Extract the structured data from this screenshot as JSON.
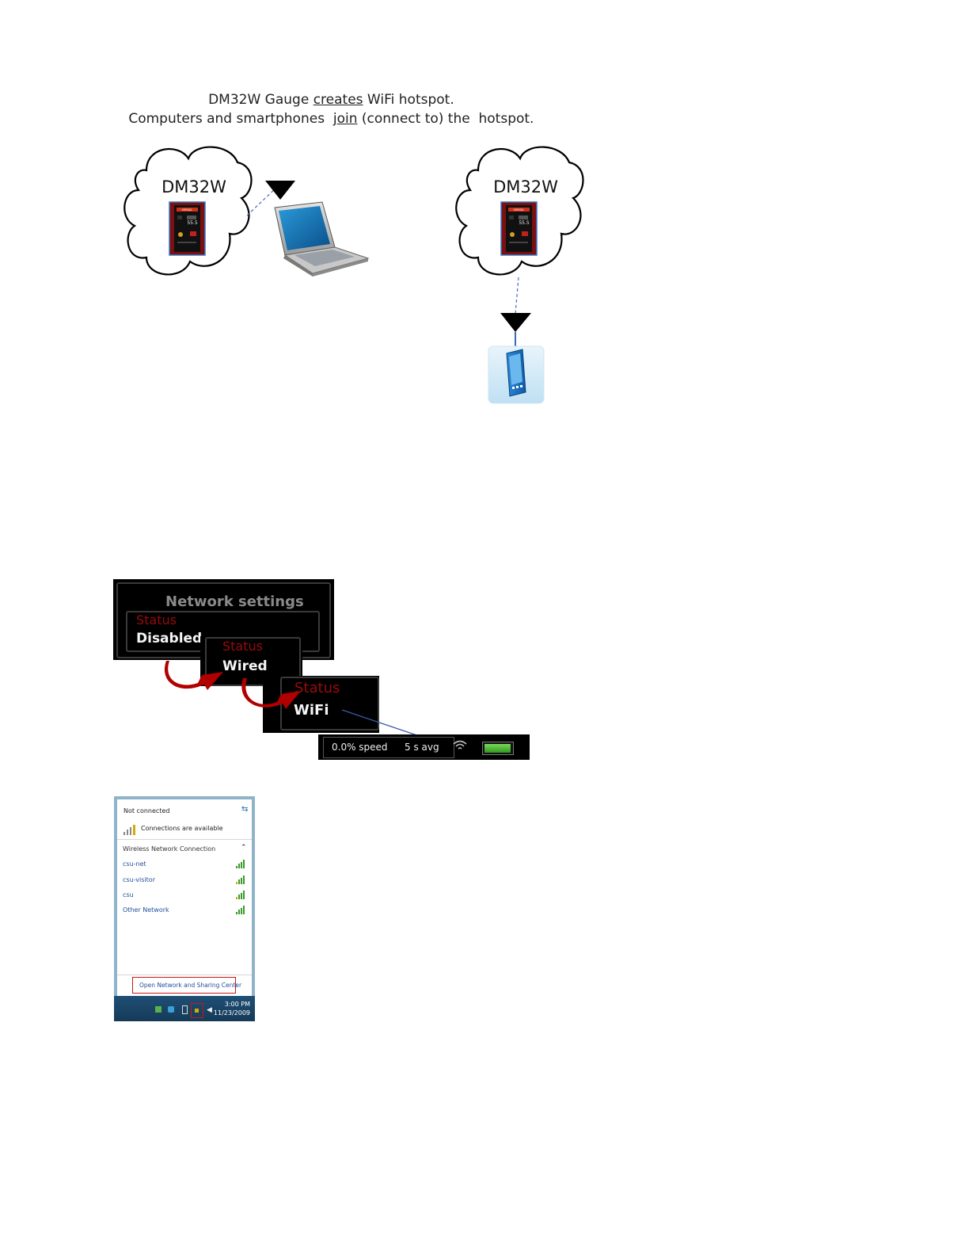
{
  "intro": {
    "line1_pre": "DM32W Gauge ",
    "line1_link": "creates",
    "line1_post": " WiFi hotspot.",
    "line2_pre": "Computers and smartphones  ",
    "line2_link": "join",
    "line2_post": " (connect to) the  hotspot."
  },
  "diagram": {
    "left_cloud_label": "DM32W",
    "right_cloud_label": "DM32W",
    "gauge_brand": "VERIDA",
    "gauge_value": "55.5"
  },
  "network_settings": {
    "title": "Network settings",
    "panel1": {
      "status_label": "Status",
      "status_value": "Disabled"
    },
    "panel2": {
      "status_label": "Status",
      "status_value": "Wired"
    },
    "panel3": {
      "status_label": "Status",
      "status_value": "WiFi"
    },
    "statusbar": {
      "speed": "0.0% speed",
      "avg": "5 s avg"
    },
    "colors": {
      "status_label": "#9a0a0a",
      "arrow": "#b00000",
      "battery": "#3fbf2f"
    }
  },
  "windows_popup": {
    "not_connected": "Not connected",
    "connections_available": "Connections are available",
    "section_header": "Wireless Network Connection",
    "networks": [
      "csu-net",
      "csu-visitor",
      "csu",
      "Other Network"
    ],
    "open_center_link": "Open Network and Sharing Center",
    "time": "3:00 PM",
    "date": "11/23/2009"
  }
}
